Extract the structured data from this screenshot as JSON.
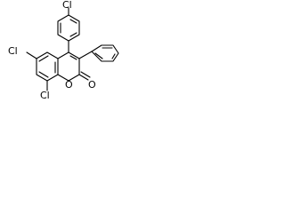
{
  "structure": {
    "atom_labels": {
      "chloro_para": "Cl",
      "chloro_c6": "Cl",
      "chloro_c8": "Cl",
      "ring_oxygen": "O",
      "carbonyl_oxygen": "O"
    },
    "colors": {
      "bond": "#000000",
      "label": "#000000",
      "background": "#ffffff"
    }
  }
}
